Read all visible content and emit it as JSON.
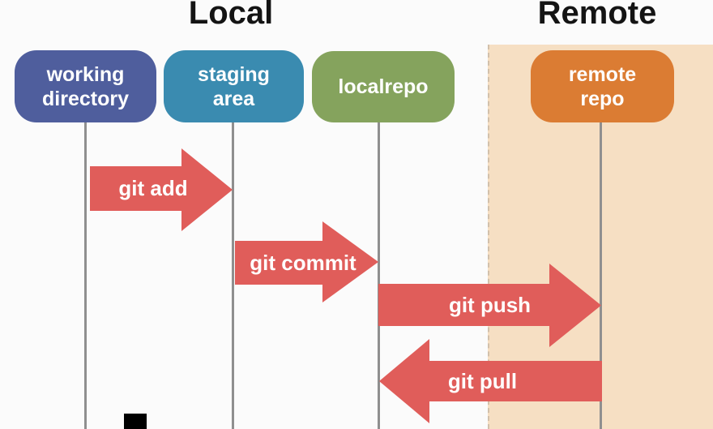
{
  "diagram": {
    "lanes": {
      "local_title": "Local",
      "remote_title": "Remote"
    },
    "nodes": [
      {
        "id": "working-directory",
        "label": "working\ndirectory",
        "color": "#4f5e9d"
      },
      {
        "id": "staging-area",
        "label": "staging\narea",
        "color": "#3a8bb0"
      },
      {
        "id": "localrepo",
        "label": "localrepo",
        "color": "#85a35d"
      },
      {
        "id": "remote-repo",
        "label": "remote\nrepo",
        "color": "#db7c33"
      }
    ],
    "arrows": [
      {
        "id": "git-add",
        "label": "git add",
        "from": "working-directory",
        "to": "staging-area",
        "direction": "right"
      },
      {
        "id": "git-commit",
        "label": "git commit",
        "from": "staging-area",
        "to": "localrepo",
        "direction": "right"
      },
      {
        "id": "git-push",
        "label": "git push",
        "from": "localrepo",
        "to": "remote-repo",
        "direction": "right"
      },
      {
        "id": "git-pull",
        "label": "git pull",
        "from": "remote-repo",
        "to": "localrepo",
        "direction": "left"
      }
    ],
    "colors": {
      "arrow": "#e05d5a",
      "remote_background": "#f6dfc3",
      "lifeline": "#8f8f8f",
      "title_text": "#141414",
      "page_background": "#fbfbfb"
    }
  }
}
